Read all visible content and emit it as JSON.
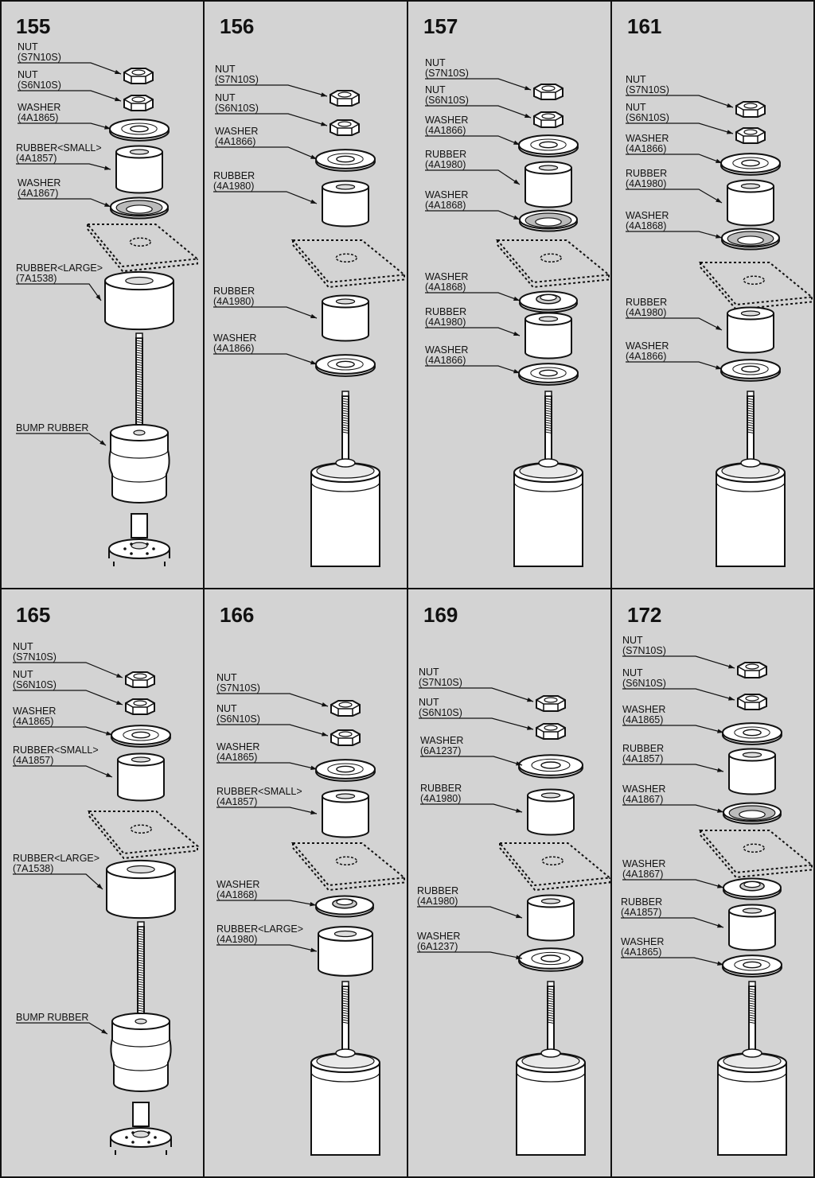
{
  "colors": {
    "background": "#d3d3d3",
    "part_fill": "#ffffff",
    "ink": "#111111"
  },
  "panels": [
    {
      "number": "155",
      "variant": "bump",
      "labels": [
        {
          "line1": "NUT",
          "line2": "(S7N10S)"
        },
        {
          "line1": "NUT",
          "line2": "(S6N10S)"
        },
        {
          "line1": "WASHER",
          "line2": "(4A1865)"
        },
        {
          "line1": "RUBBER<SMALL>",
          "line2": "(4A1857)"
        },
        {
          "line1": "WASHER",
          "line2": "(4A1867)"
        },
        {
          "line1": "RUBBER<LARGE>",
          "line2": "(7A1538)"
        },
        {
          "line1": "BUMP RUBBER",
          "line2": ""
        }
      ]
    },
    {
      "number": "156",
      "variant": "shock",
      "labels": [
        {
          "line1": "NUT",
          "line2": "(S7N10S)"
        },
        {
          "line1": "NUT",
          "line2": "(S6N10S)"
        },
        {
          "line1": "WASHER",
          "line2": "(4A1866)"
        },
        {
          "line1": "RUBBER",
          "line2": "(4A1980)"
        },
        {
          "line1": "RUBBER",
          "line2": "(4A1980)"
        },
        {
          "line1": "WASHER",
          "line2": "(4A1866)"
        }
      ]
    },
    {
      "number": "157",
      "variant": "shock",
      "labels": [
        {
          "line1": "NUT",
          "line2": "(S7N10S)"
        },
        {
          "line1": "NUT",
          "line2": "(S6N10S)"
        },
        {
          "line1": "WASHER",
          "line2": "(4A1866)"
        },
        {
          "line1": "RUBBER",
          "line2": "(4A1980)"
        },
        {
          "line1": "WASHER",
          "line2": "(4A1868)"
        },
        {
          "line1": "WASHER",
          "line2": "(4A1868)"
        },
        {
          "line1": "RUBBER",
          "line2": "(4A1980)"
        },
        {
          "line1": "WASHER",
          "line2": "(4A1866)"
        }
      ]
    },
    {
      "number": "161",
      "variant": "shock",
      "labels": [
        {
          "line1": "NUT",
          "line2": "(S7N10S)"
        },
        {
          "line1": "NUT",
          "line2": "(S6N10S)"
        },
        {
          "line1": "WASHER",
          "line2": "(4A1866)"
        },
        {
          "line1": "RUBBER",
          "line2": "(4A1980)"
        },
        {
          "line1": "WASHER",
          "line2": "(4A1868)"
        },
        {
          "line1": "RUBBER",
          "line2": "(4A1980)"
        },
        {
          "line1": "WASHER",
          "line2": "(4A1866)"
        }
      ]
    },
    {
      "number": "165",
      "variant": "bump",
      "labels": [
        {
          "line1": "NUT",
          "line2": "(S7N10S)"
        },
        {
          "line1": "NUT",
          "line2": "(S6N10S)"
        },
        {
          "line1": "WASHER",
          "line2": "(4A1865)"
        },
        {
          "line1": "RUBBER<SMALL>",
          "line2": "(4A1857)"
        },
        {
          "line1": "RUBBER<LARGE>",
          "line2": "(7A1538)"
        },
        {
          "line1": "BUMP RUBBER",
          "line2": ""
        }
      ]
    },
    {
      "number": "166",
      "variant": "shock",
      "labels": [
        {
          "line1": "NUT",
          "line2": "(S7N10S)"
        },
        {
          "line1": "NUT",
          "line2": "(S6N10S)"
        },
        {
          "line1": "WASHER",
          "line2": "(4A1865)"
        },
        {
          "line1": "RUBBER<SMALL>",
          "line2": "(4A1857)"
        },
        {
          "line1": "WASHER",
          "line2": "(4A1868)"
        },
        {
          "line1": "RUBBER<LARGE>",
          "line2": "(4A1980)"
        }
      ]
    },
    {
      "number": "169",
      "variant": "shock",
      "labels": [
        {
          "line1": "NUT",
          "line2": "(S7N10S)"
        },
        {
          "line1": "NUT",
          "line2": "(S6N10S)"
        },
        {
          "line1": "WASHER",
          "line2": "(6A1237)"
        },
        {
          "line1": "RUBBER",
          "line2": "(4A1980)"
        },
        {
          "line1": "RUBBER",
          "line2": "(4A1980)"
        },
        {
          "line1": "WASHER",
          "line2": "(6A1237)"
        }
      ]
    },
    {
      "number": "172",
      "variant": "shock",
      "labels": [
        {
          "line1": "NUT",
          "line2": "(S7N10S)"
        },
        {
          "line1": "NUT",
          "line2": "(S6N10S)"
        },
        {
          "line1": "WASHER",
          "line2": "(4A1865)"
        },
        {
          "line1": "RUBBER",
          "line2": "(4A1857)"
        },
        {
          "line1": "WASHER",
          "line2": "(4A1867)"
        },
        {
          "line1": "WASHER",
          "line2": "(4A1867)"
        },
        {
          "line1": "RUBBER",
          "line2": "(4A1857)"
        },
        {
          "line1": "WASHER",
          "line2": "(4A1865)"
        }
      ]
    }
  ]
}
